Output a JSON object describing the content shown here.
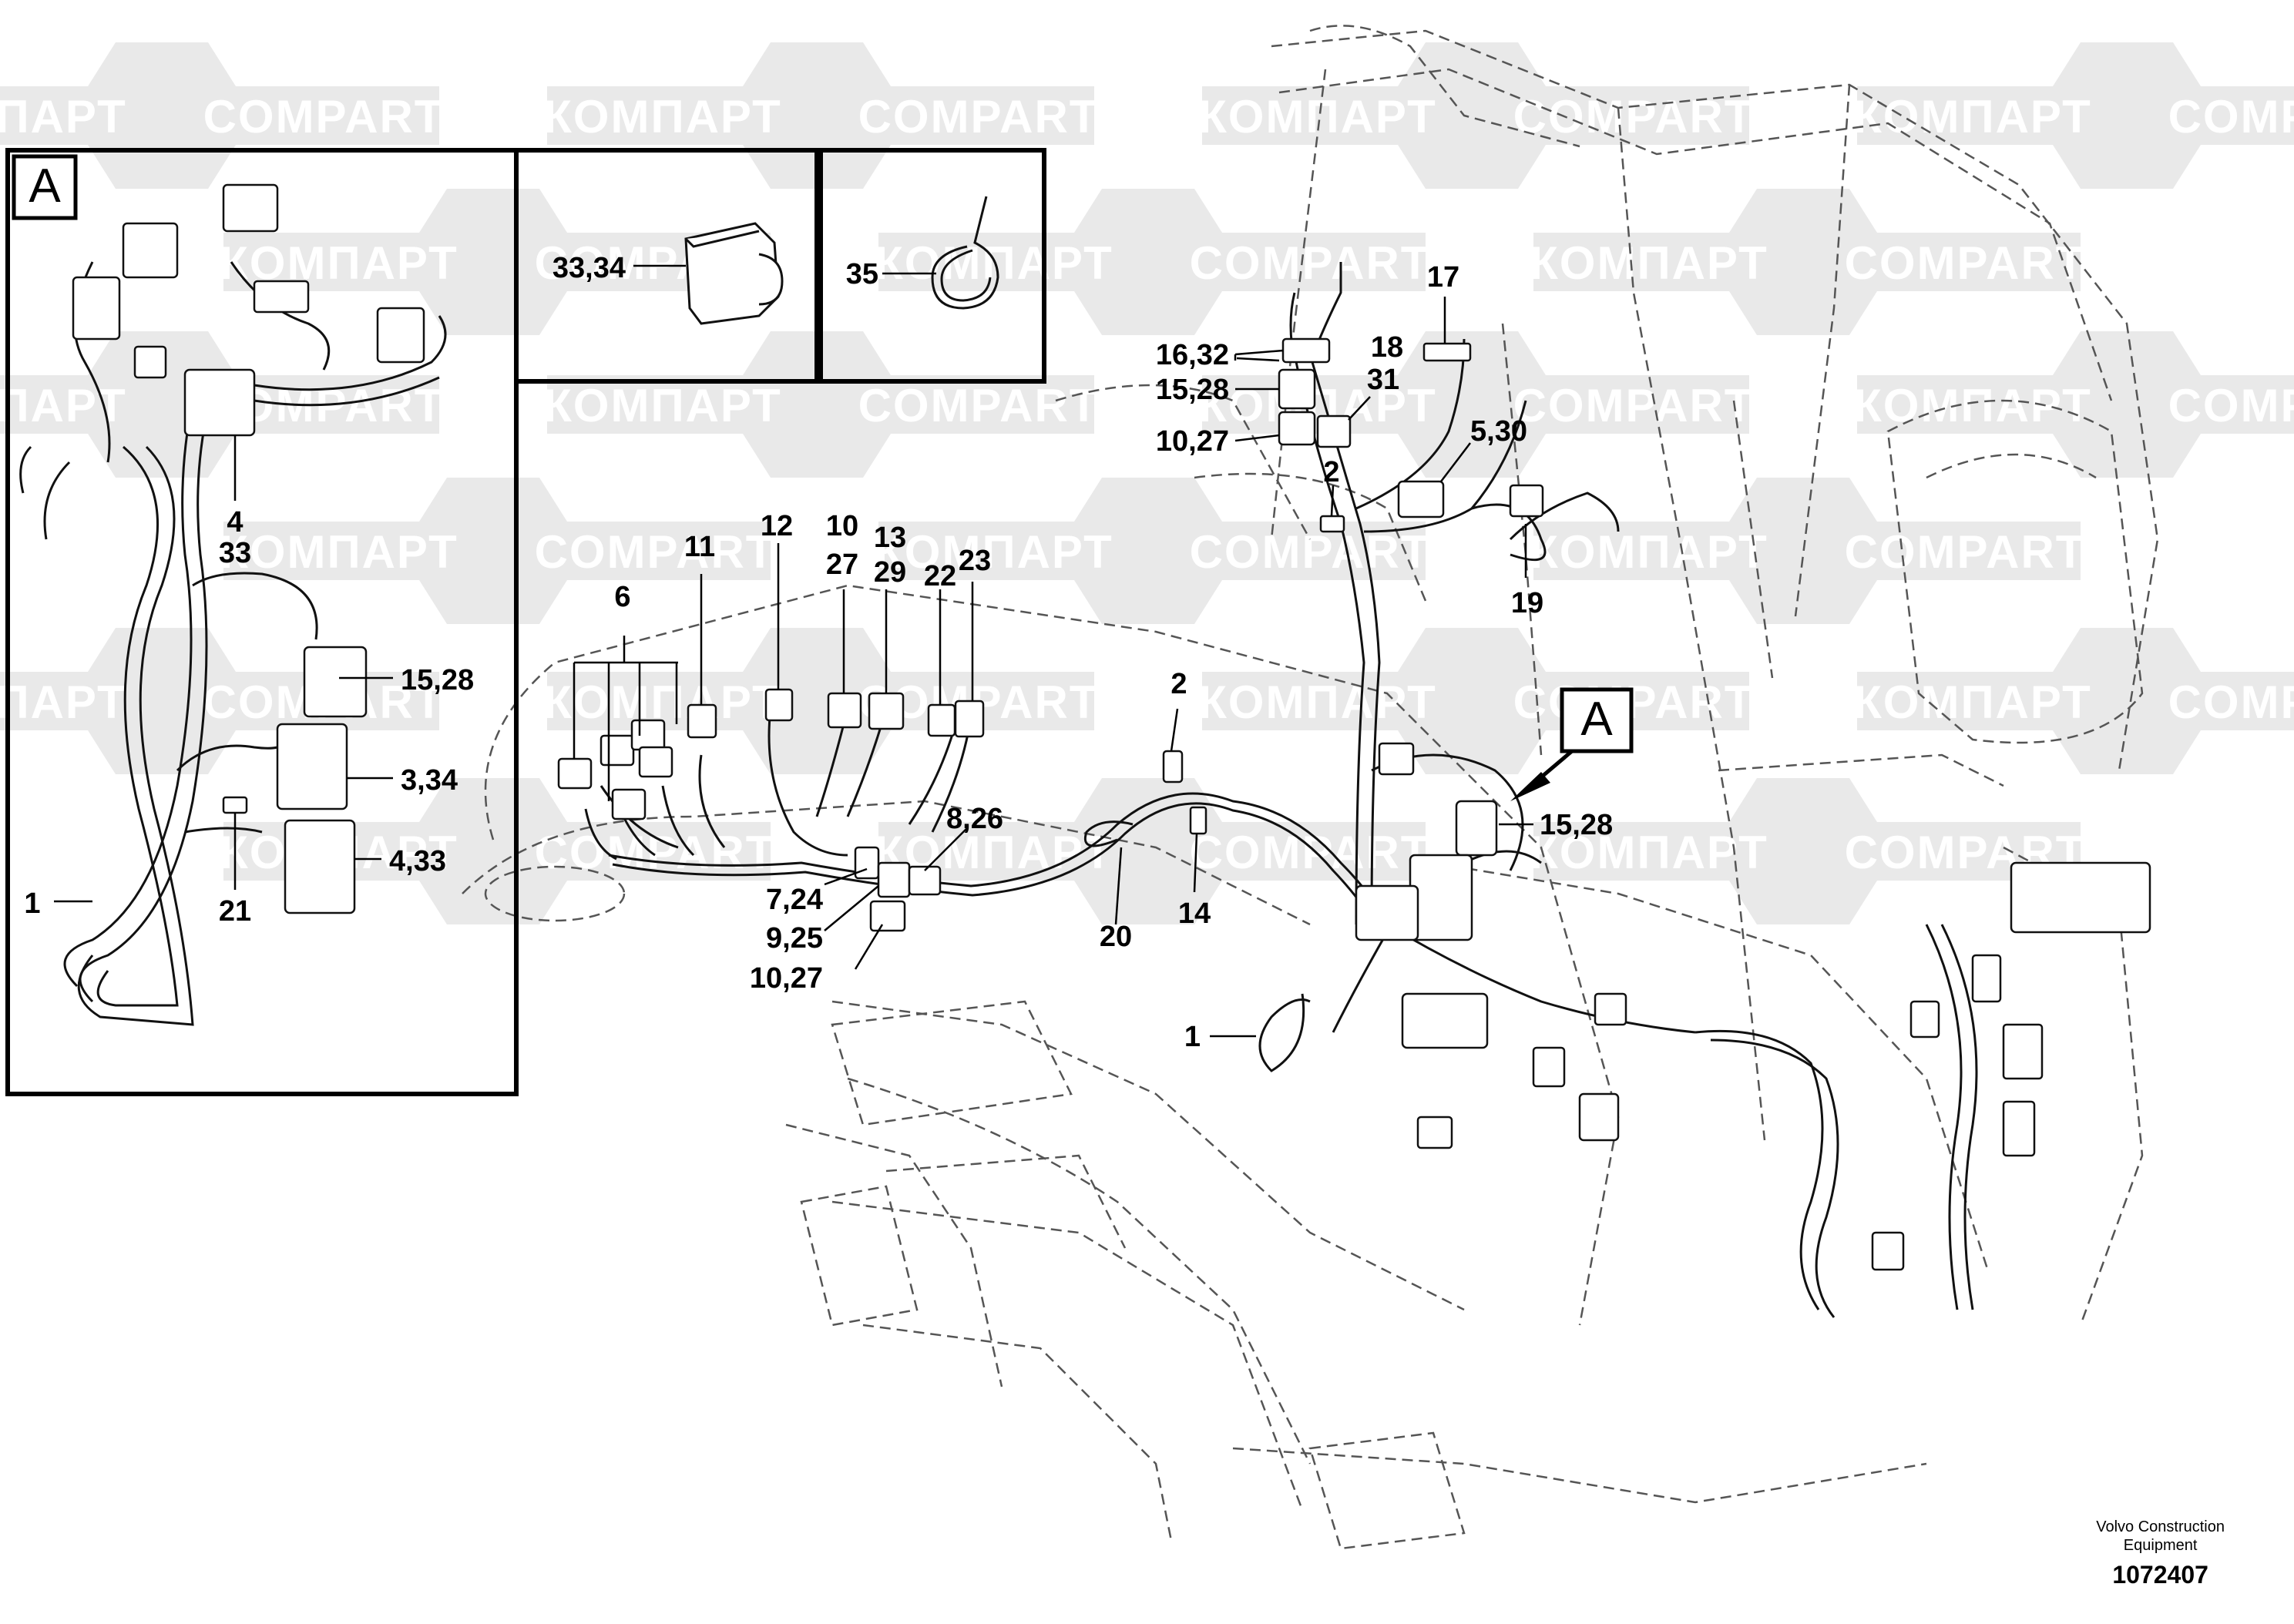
{
  "watermark": {
    "word_cyrillic": "КОМПАРТ",
    "word_latin": "COMPART",
    "color": "#e9e9e9"
  },
  "inset_a": {
    "tag": "A",
    "labels": [
      "4",
      "33",
      "15,28",
      "3,34",
      "4,33",
      "21",
      "1"
    ]
  },
  "inset_boot": {
    "label": "33,34"
  },
  "inset_tie": {
    "label": "35"
  },
  "main": {
    "tag": "A",
    "labels": [
      "17",
      "16,32",
      "18",
      "31",
      "15,28",
      "10,27",
      "5,30",
      "2",
      "19",
      "11",
      "12",
      "10",
      "27",
      "13",
      "29",
      "22",
      "23",
      "6",
      "2",
      "8,26",
      "7,24",
      "9,25",
      "10,27",
      "20",
      "14",
      "15,28",
      "1"
    ]
  },
  "footer": {
    "brand_line1": "Volvo Construction",
    "brand_line2": "Equipment",
    "doc_number": "1072407"
  }
}
